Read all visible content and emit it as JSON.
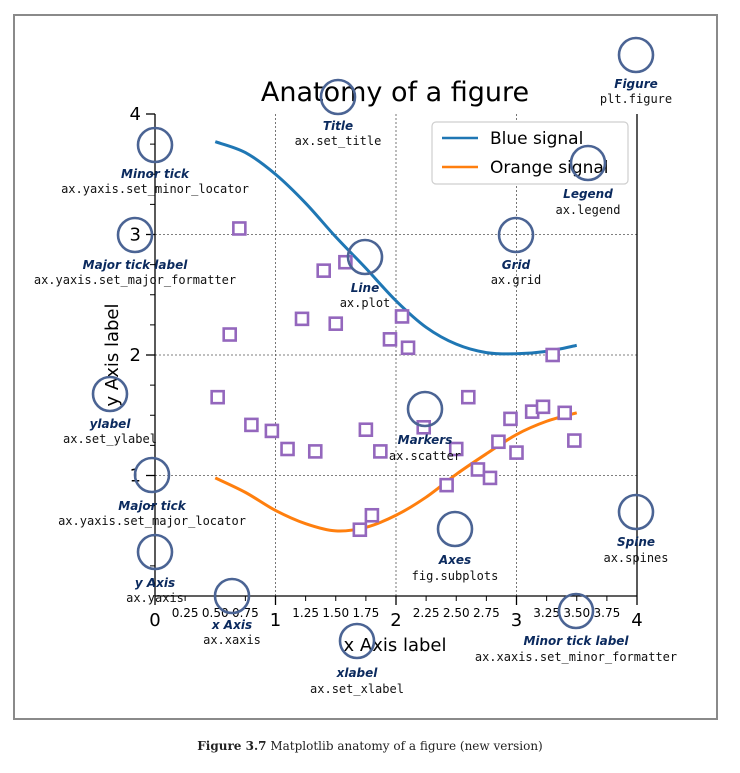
{
  "chart_data": {
    "type": "line",
    "title": "Anatomy of a figure",
    "xlabel": "x Axis label",
    "ylabel": "y Axis label",
    "xlim": [
      0,
      4
    ],
    "ylim": [
      0,
      4
    ],
    "grid": true,
    "legend_position": "top-right",
    "x_major_ticks": [
      "0",
      "1",
      "2",
      "3",
      "4"
    ],
    "x_minor_ticks": [
      "0.25",
      "0.50",
      "0.75",
      "1.25",
      "1.50",
      "1.75",
      "2.25",
      "2.50",
      "2.75",
      "3.25",
      "3.50",
      "3.75"
    ],
    "y_major_ticks": [
      "1",
      "2",
      "3",
      "4"
    ],
    "series": [
      {
        "name": "Blue signal",
        "color": "#1f77b4",
        "kind": "line",
        "x": [
          0.5,
          0.75,
          1.0,
          1.25,
          1.5,
          1.75,
          2.0,
          2.25,
          2.5,
          2.75,
          3.0,
          3.25,
          3.5
        ],
        "y": [
          3.77,
          3.68,
          3.5,
          3.26,
          2.98,
          2.72,
          2.45,
          2.23,
          2.09,
          2.02,
          2.01,
          2.03,
          2.08
        ]
      },
      {
        "name": "Orange signal",
        "color": "#ff7f0e",
        "kind": "line",
        "x": [
          0.5,
          0.75,
          1.0,
          1.25,
          1.5,
          1.75,
          2.0,
          2.25,
          2.5,
          2.75,
          3.0,
          3.25,
          3.5
        ],
        "y": [
          0.98,
          0.86,
          0.71,
          0.6,
          0.54,
          0.57,
          0.67,
          0.82,
          1.01,
          1.18,
          1.34,
          1.45,
          1.52
        ]
      },
      {
        "name": "Markers",
        "color": "#9467bd",
        "kind": "scatter",
        "points": [
          [
            0.52,
            1.65
          ],
          [
            0.62,
            2.17
          ],
          [
            0.7,
            3.05
          ],
          [
            0.8,
            1.42
          ],
          [
            0.97,
            1.37
          ],
          [
            1.1,
            1.22
          ],
          [
            1.22,
            2.3
          ],
          [
            1.33,
            1.2
          ],
          [
            1.4,
            2.7
          ],
          [
            1.5,
            2.26
          ],
          [
            1.58,
            2.77
          ],
          [
            1.7,
            0.55
          ],
          [
            1.75,
            1.38
          ],
          [
            1.8,
            0.67
          ],
          [
            1.87,
            1.2
          ],
          [
            1.95,
            2.13
          ],
          [
            2.05,
            2.32
          ],
          [
            2.1,
            2.06
          ],
          [
            2.23,
            1.4
          ],
          [
            2.42,
            0.92
          ],
          [
            2.5,
            1.22
          ],
          [
            2.6,
            1.65
          ],
          [
            2.68,
            1.05
          ],
          [
            2.78,
            0.98
          ],
          [
            2.85,
            1.28
          ],
          [
            2.95,
            1.47
          ],
          [
            3.0,
            1.19
          ],
          [
            3.13,
            1.53
          ],
          [
            3.22,
            1.57
          ],
          [
            3.3,
            2.0
          ],
          [
            3.4,
            1.52
          ],
          [
            3.48,
            1.29
          ]
        ]
      }
    ]
  },
  "annotations": [
    {
      "title": "Figure",
      "code": "plt.figure"
    },
    {
      "title": "Title",
      "code": "ax.set_title"
    },
    {
      "title": "Legend",
      "code": "ax.legend"
    },
    {
      "title": "Minor tick",
      "code": "ax.yaxis.set_minor_locator"
    },
    {
      "title": "Major tick label",
      "code": "ax.yaxis.set_major_formatter"
    },
    {
      "title": "Grid",
      "code": "ax.grid"
    },
    {
      "title": "Line",
      "code": "ax.plot"
    },
    {
      "title": "ylabel",
      "code": "ax.set_ylabel"
    },
    {
      "title": "Markers",
      "code": "ax.scatter"
    },
    {
      "title": "Major tick",
      "code": "ax.yaxis.set_major_locator"
    },
    {
      "title": "Spine",
      "code": "ax.spines"
    },
    {
      "title": "Axes",
      "code": "fig.subplots"
    },
    {
      "title": "y Axis",
      "code": "ax.yaxis"
    },
    {
      "title": "x Axis",
      "code": "ax.xaxis"
    },
    {
      "title": "Minor tick label",
      "code": "ax.xaxis.set_minor_formatter"
    },
    {
      "title": "xlabel",
      "code": "ax.set_xlabel"
    }
  ],
  "caption": {
    "label": "Figure 3.7",
    "text": "Matplotlib anatomy of a figure (new version)"
  }
}
